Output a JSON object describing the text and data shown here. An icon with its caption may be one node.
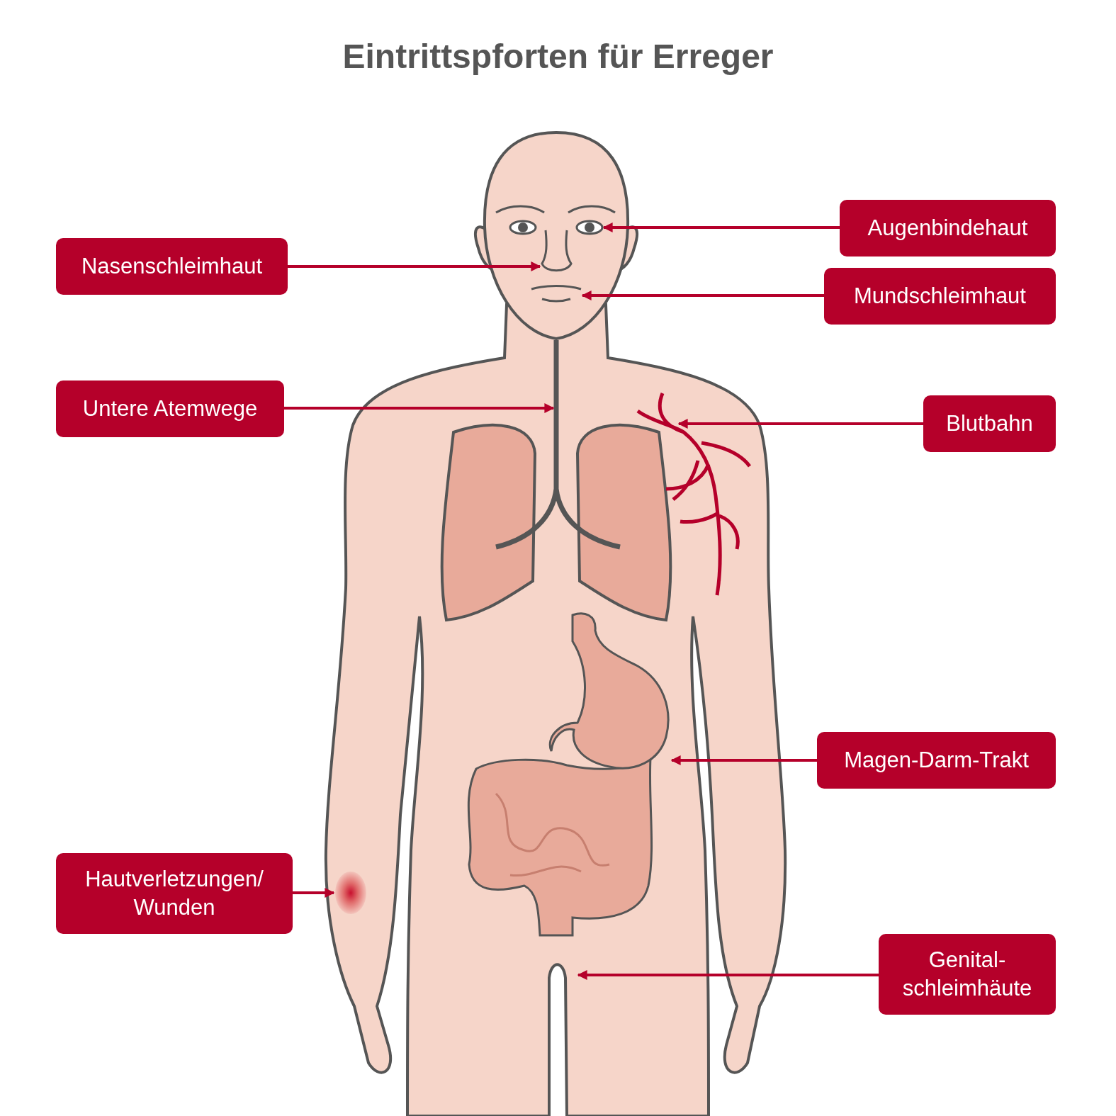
{
  "diagram": {
    "title": "Eintrittspforten für Erreger",
    "nodes": [
      {
        "text": [
          "Augenbindehaut"
        ]
      },
      {
        "text": [],
        "shape": "picture"
      },
      {
        "text": [
          "Nasenschleimhaut"
        ]
      },
      {
        "text": [],
        "shape": "picture"
      },
      {
        "text": [
          "Mundschleimhaut"
        ]
      },
      {
        "text": [],
        "shape": "picture"
      },
      {
        "text": [
          "Untere Atemwege"
        ]
      },
      {
        "text": [],
        "shape": "picture"
      },
      {
        "text": [
          "Blutbahn"
        ]
      },
      {
        "text": [],
        "shape": "picture"
      },
      {
        "text": [
          "Magen-Darm-Trakt"
        ]
      },
      {
        "text": [],
        "shape": "picture"
      },
      {
        "text": [
          "Hautverletzungen/ Wunden"
        ]
      },
      {
        "text": [],
        "shape": "picture"
      },
      {
        "text": [
          "Genital- schleimhäute"
        ]
      }
    ],
    "edges": [
      {
        "from": 0,
        "to": 1,
        "arrow": "to"
      },
      {
        "from": 2,
        "to": 3,
        "arrow": "to"
      },
      {
        "from": 4,
        "to": 5,
        "arrow": "to"
      },
      {
        "from": 6,
        "to": 7,
        "arrow": "to"
      },
      {
        "from": 8,
        "to": 9,
        "arrow": "to"
      },
      {
        "from": 10,
        "to": 11,
        "arrow": "to"
      },
      {
        "from": 12,
        "to": 13,
        "arrow": "to"
      },
      {
        "from": 14,
        "to": null,
        "arrow": "to"
      }
    ]
  }
}
